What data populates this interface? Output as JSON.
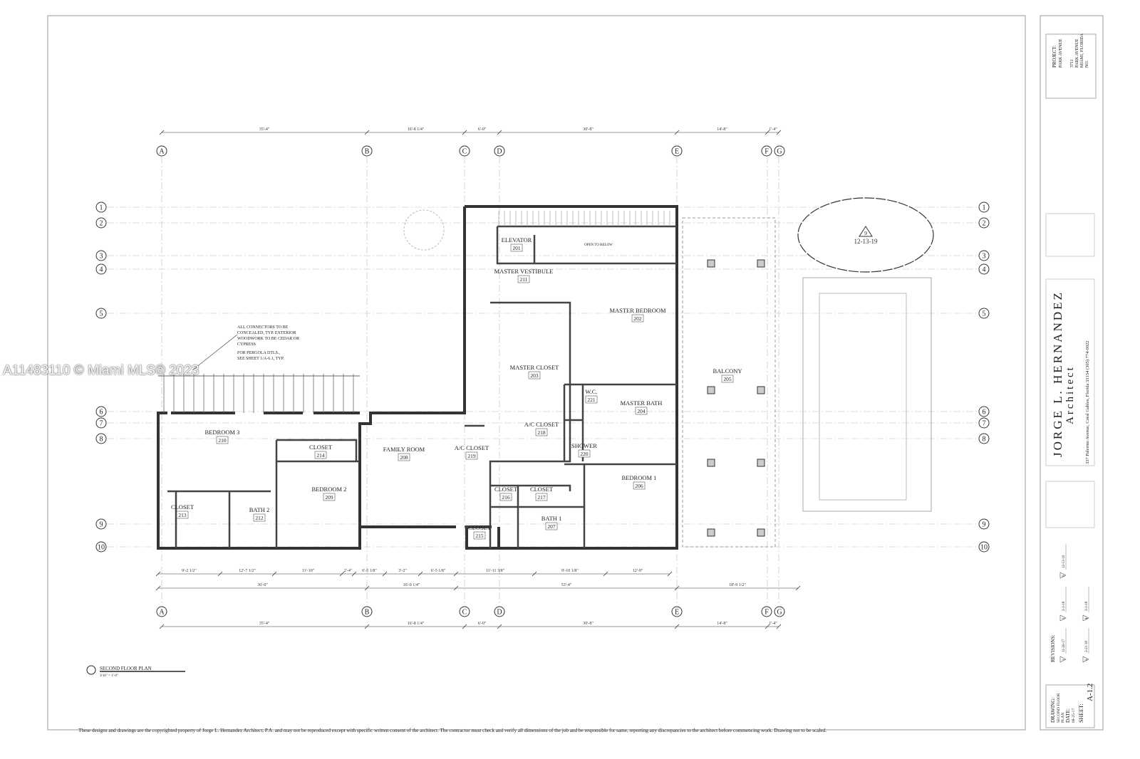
{
  "watermark": "A11483110 © Miami MLS® 2023",
  "footer_note": "These designs and drawings are the copyrighted property of Jorge L. Hernandez Architect, P.A. and may not be reproduced except with specific written consent of the architect. The contractor must check and verify all dimensions of the job and be responsible for same, reporting any discrepancies to the architect before commencing work. Drawing not to be scaled.",
  "plan": {
    "title": "SECOND FLOOR PLAN",
    "scale": "3/16\" = 1'-0\"",
    "grid_columns": [
      "A",
      "B",
      "C",
      "D",
      "E",
      "F",
      "G"
    ],
    "grid_rows": [
      "1",
      "2",
      "3",
      "4",
      "5",
      "6",
      "7",
      "8",
      "9",
      "10"
    ],
    "top_dimensions": [
      "35'-4\"",
      "16'-8 1/4\"",
      "6'-0\"",
      "30'-8\"",
      "14'-8\"",
      "1'-4\""
    ],
    "bottom_dimensions_1": [
      "9'-2 1/2\"",
      "12'-7 1/2\"",
      "11'-10\"",
      "2'-4\"",
      "6'-5 1/8\"",
      "3'-2\"",
      "6'-5 1/8\"",
      "11'-11 3/8\"",
      "9'-10 1/8\"",
      "12'-9\""
    ],
    "bottom_dimensions_2": [
      "36'-0\"",
      "16'-0 1/4\"",
      "53'-4\"",
      "18'-9 1/2\""
    ],
    "rooms": [
      {
        "name": "ELEVATOR",
        "number": "201"
      },
      {
        "name": "OPEN TO BELOW",
        "number": ""
      },
      {
        "name": "MASTER VESTIBULE",
        "number": "211"
      },
      {
        "name": "MASTER BEDROOM",
        "number": "202"
      },
      {
        "name": "MASTER CLOSET",
        "number": "203"
      },
      {
        "name": "BALCONY",
        "number": "205"
      },
      {
        "name": "W.C.",
        "number": "221"
      },
      {
        "name": "MASTER BATH",
        "number": "204"
      },
      {
        "name": "A/C CLOSET",
        "number": "218"
      },
      {
        "name": "SHOWER",
        "number": "220"
      },
      {
        "name": "A/C CLOSET",
        "number": "219"
      },
      {
        "name": "FAMILY ROOM",
        "number": "208"
      },
      {
        "name": "BEDROOM 3",
        "number": "210"
      },
      {
        "name": "CLOSET",
        "number": "214"
      },
      {
        "name": "BEDROOM 2",
        "number": "209"
      },
      {
        "name": "BEDROOM 1",
        "number": "206"
      },
      {
        "name": "CLOSET",
        "number": "216"
      },
      {
        "name": "CLOSET",
        "number": "217"
      },
      {
        "name": "BATH 1",
        "number": "207"
      },
      {
        "name": "CLOSET",
        "number": "213"
      },
      {
        "name": "BATH 2",
        "number": "212"
      },
      {
        "name": "CLOSET",
        "number": "215"
      }
    ],
    "notes": [
      "ALL CONNECTORS TO BE",
      "CONCEALED, TYP. EXTERIOR",
      "WOODWORK TO BE CEDAR OR",
      "CYPRESS",
      "FOR PERGOLA DTLS.,",
      "SEE SHEET 1/A-6.1, TYP."
    ],
    "revision_cloud": {
      "number": "9",
      "date": "12-13-19"
    }
  },
  "title_block": {
    "project_label": "PROJECT:",
    "project_name": "PARK AVENUE",
    "address_1": "3711",
    "address_2": "PARK AVENUE",
    "address_3": "MIAMI, FLORIDA",
    "no_label": "NO.",
    "architect_name": "JORGE L. HERNANDEZ",
    "architect_title": "Architect",
    "architect_address": "337 Palermo Avenue, Coral Gables, Florida 33134 (305) 774-0022",
    "revisions_label": "REVISIONS:",
    "revisions": [
      {
        "number": "1",
        "date": "11-20-17"
      },
      {
        "number": "2",
        "date": "2-1-18"
      },
      {
        "number": "4",
        "date": "3-1-18"
      },
      {
        "number": "9",
        "date": "12-13-19"
      },
      {
        "number": "3",
        "date": "2-21-18"
      }
    ],
    "drawing_label": "DRAWING:",
    "drawing_name_1": "SECOND FLOOR",
    "drawing_name_2": "PLAN",
    "date_label": "DATE:",
    "date": "08-25-17",
    "sheet_label": "SHEET:",
    "sheet": "A-1.2"
  }
}
